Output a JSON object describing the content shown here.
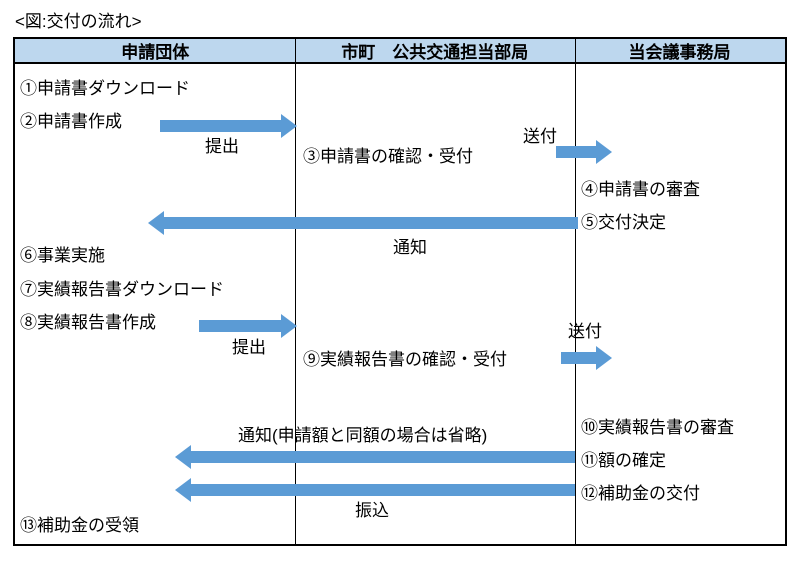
{
  "title": "<図:交付の流れ>",
  "columns": [
    {
      "label": "申請団体"
    },
    {
      "label": "市町　公共交通担当部局"
    },
    {
      "label": "当会議事務局"
    }
  ],
  "steps": [
    "①申請書ダウンロード",
    "②申請書作成",
    "③申請書の確認・受付",
    "④申請書の審査",
    "⑤交付決定",
    "⑥事業実施",
    "⑦実績報告書ダウンロード",
    "⑧実績報告書作成",
    "⑨実績報告書の確認・受付",
    "⑩実績報告書の審査",
    "⑪額の確定",
    "⑫補助金の交付",
    "⑬補助金の受領"
  ],
  "arrows": [
    {
      "label": "提出",
      "direction": "right",
      "from": "申請団体",
      "to": "市町　公共交通担当部局"
    },
    {
      "label": "送付",
      "direction": "right",
      "from": "市町　公共交通担当部局",
      "to": "当会議事務局"
    },
    {
      "label": "通知",
      "direction": "left",
      "from": "当会議事務局",
      "to": "申請団体"
    },
    {
      "label": "提出",
      "direction": "right",
      "from": "申請団体",
      "to": "市町　公共交通担当部局"
    },
    {
      "label": "送付",
      "direction": "right",
      "from": "市町　公共交通担当部局",
      "to": "当会議事務局"
    },
    {
      "label": "通知(申請額と同額の場合は省略)",
      "direction": "left",
      "from": "当会議事務局",
      "to": "申請団体"
    },
    {
      "label": "振込",
      "direction": "left",
      "from": "当会議事務局",
      "to": "申請団体"
    }
  ],
  "colors": {
    "header_fill": "#BDD7EE",
    "arrow_fill": "#5B9BD5",
    "border": "#000000"
  }
}
